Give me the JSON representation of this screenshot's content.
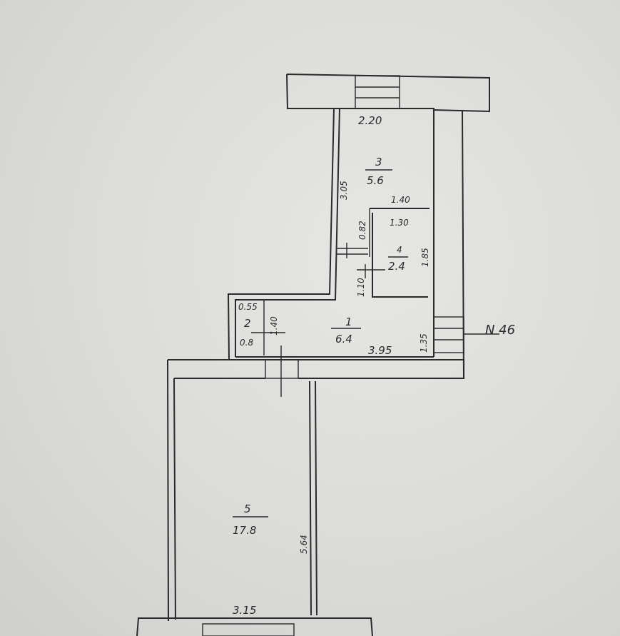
{
  "plan": {
    "rooms": [
      {
        "id": "1",
        "number": "1",
        "area": "6.4"
      },
      {
        "id": "2",
        "number": "2",
        "area": "0.8"
      },
      {
        "id": "3",
        "number": "3",
        "area": "5.6"
      },
      {
        "id": "4",
        "number": "4",
        "area": "2.4"
      },
      {
        "id": "5",
        "number": "5",
        "area": "17.8"
      }
    ],
    "dimensions": {
      "d_2_20": "2.20",
      "d_3_05": "3.05",
      "d_1_40_top": "1.40",
      "d_1_30": "1.30",
      "d_0_82": "0.82",
      "d_1_85": "1.85",
      "d_1_10": "1.10",
      "d_0_55": "0.55",
      "d_1_40_small": "1.40",
      "d_3_95": "3.95",
      "d_1_35": "1.35",
      "d_5_64": "5.64",
      "d_3_15": "3.15"
    },
    "unit_marker": "N 46"
  }
}
